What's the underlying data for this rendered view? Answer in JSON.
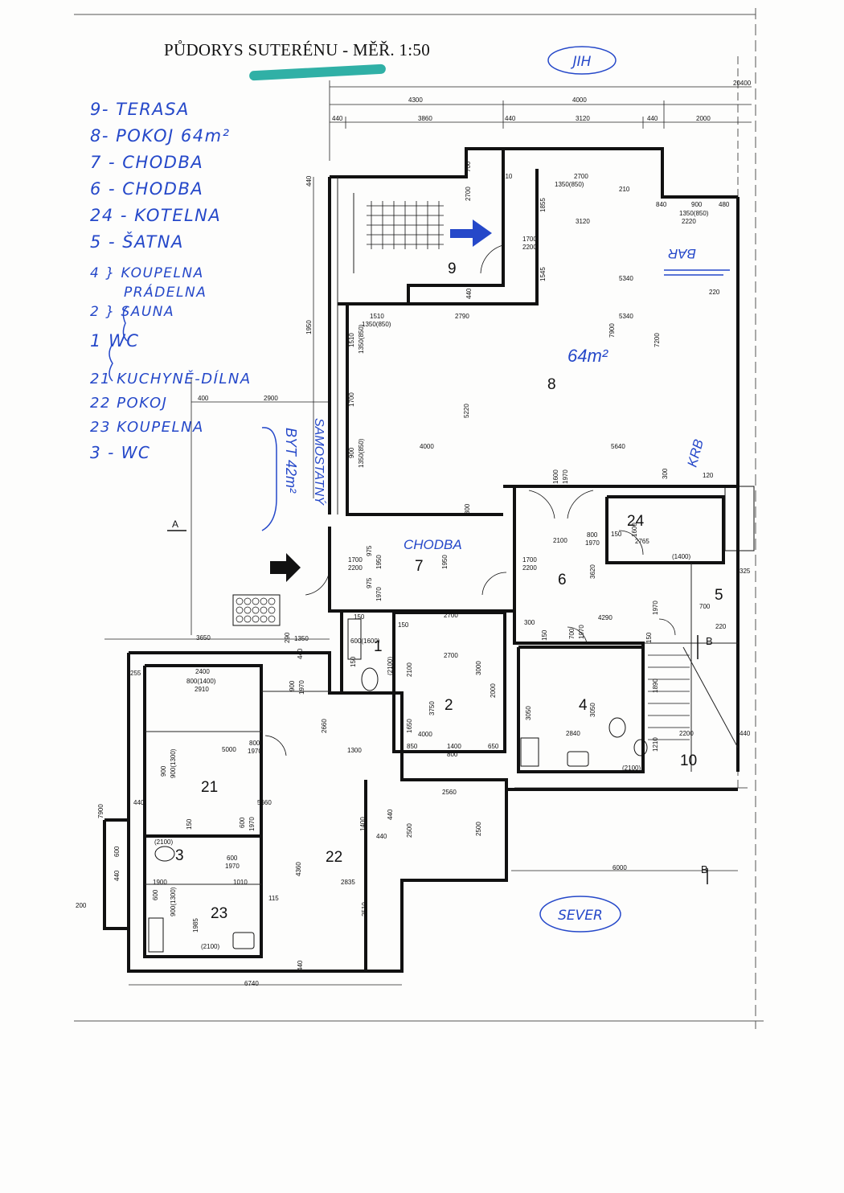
{
  "title": "PŮDORYS SUTERÉNU - MĚŘ. 1:50",
  "orientation": {
    "south": "JIH",
    "north": "SEVER"
  },
  "legend": [
    "9- TERASA",
    "8- POKOJ 64m²",
    "7 - CHODBA",
    "6 - CHODBA",
    "24 - KOTELNA",
    "5 - ŠATNA",
    "4 } KOUPELNA",
    "PRÁDELNA",
    "2 } SAUNA",
    "1 WC",
    "21 KUCHYNĚ-DÍLNA",
    "22 POKOJ",
    "23 KOUPELNA",
    "3 - WC"
  ],
  "annotations": {
    "flat_label": "BYT 42m²",
    "independent": "SAMOSTATNÝ",
    "area_room8": "64m²",
    "bar": "BAR",
    "fireplace": "KRB",
    "corridor": "CHODBA",
    "section_a": "A",
    "section_b": "B"
  },
  "rooms": [
    "1",
    "2",
    "3",
    "4",
    "5",
    "6",
    "7",
    "8",
    "9",
    "10",
    "21",
    "22",
    "23",
    "24"
  ],
  "dims": {
    "total": "20400",
    "d4300": "4300",
    "d4000": "4000",
    "d440": "440",
    "d3860": "3860",
    "d3120": "3120",
    "d2000": "2000",
    "d2700": "2700",
    "d1350_850": "1350(850)",
    "d210": "210",
    "d840": "840",
    "d900": "900",
    "d480": "480",
    "d2220": "2220",
    "d1855": "1855",
    "d1700": "1700",
    "d2200": "2200",
    "d1545": "1545",
    "d5340": "5340",
    "d220": "220",
    "d1510": "1510",
    "d2790": "2790",
    "d7900": "7900",
    "d7200": "7200",
    "d2900": "2900",
    "d400": "400",
    "d5220": "5220",
    "d4000b": "4000",
    "d5640": "5640",
    "d120": "120",
    "d300": "300",
    "d1600": "1600",
    "d1970": "1970",
    "d2100": "2100",
    "d800": "800",
    "d150": "150",
    "d2765": "2765",
    "d1400p": "(1400)",
    "d975": "975",
    "d1950": "1950",
    "d3620": "3620",
    "d4290": "4290",
    "d325": "325",
    "d700": "700",
    "d3650": "3650",
    "d1350": "1350",
    "d290": "290",
    "d255": "255",
    "d2400": "2400",
    "d800_1400": "800(1400)",
    "d2910": "2910",
    "d3750": "3750",
    "d3000": "3000",
    "d3050": "3050",
    "d2840": "2840",
    "d2100p": "(2100)",
    "d1890": "1890",
    "d2200b": "2200",
    "d1210": "1210",
    "d1300": "1300",
    "d2660": "2660",
    "d5000": "5000",
    "d900_1300": "900(1300)",
    "d5660": "5660",
    "d1650": "1650",
    "d850": "850",
    "d650": "650",
    "d2560": "2560",
    "d2500": "2500",
    "d6000": "6000",
    "d4360": "4360",
    "d1900": "1900",
    "d1010": "1010",
    "d2835": "2835",
    "d2510": "2510",
    "d115": "115",
    "d1985": "1985",
    "d600": "600",
    "d200": "200",
    "d6740": "6740",
    "d1400": "1400",
    "d600_1600": "600(1600)",
    "d7900b": "7900"
  }
}
